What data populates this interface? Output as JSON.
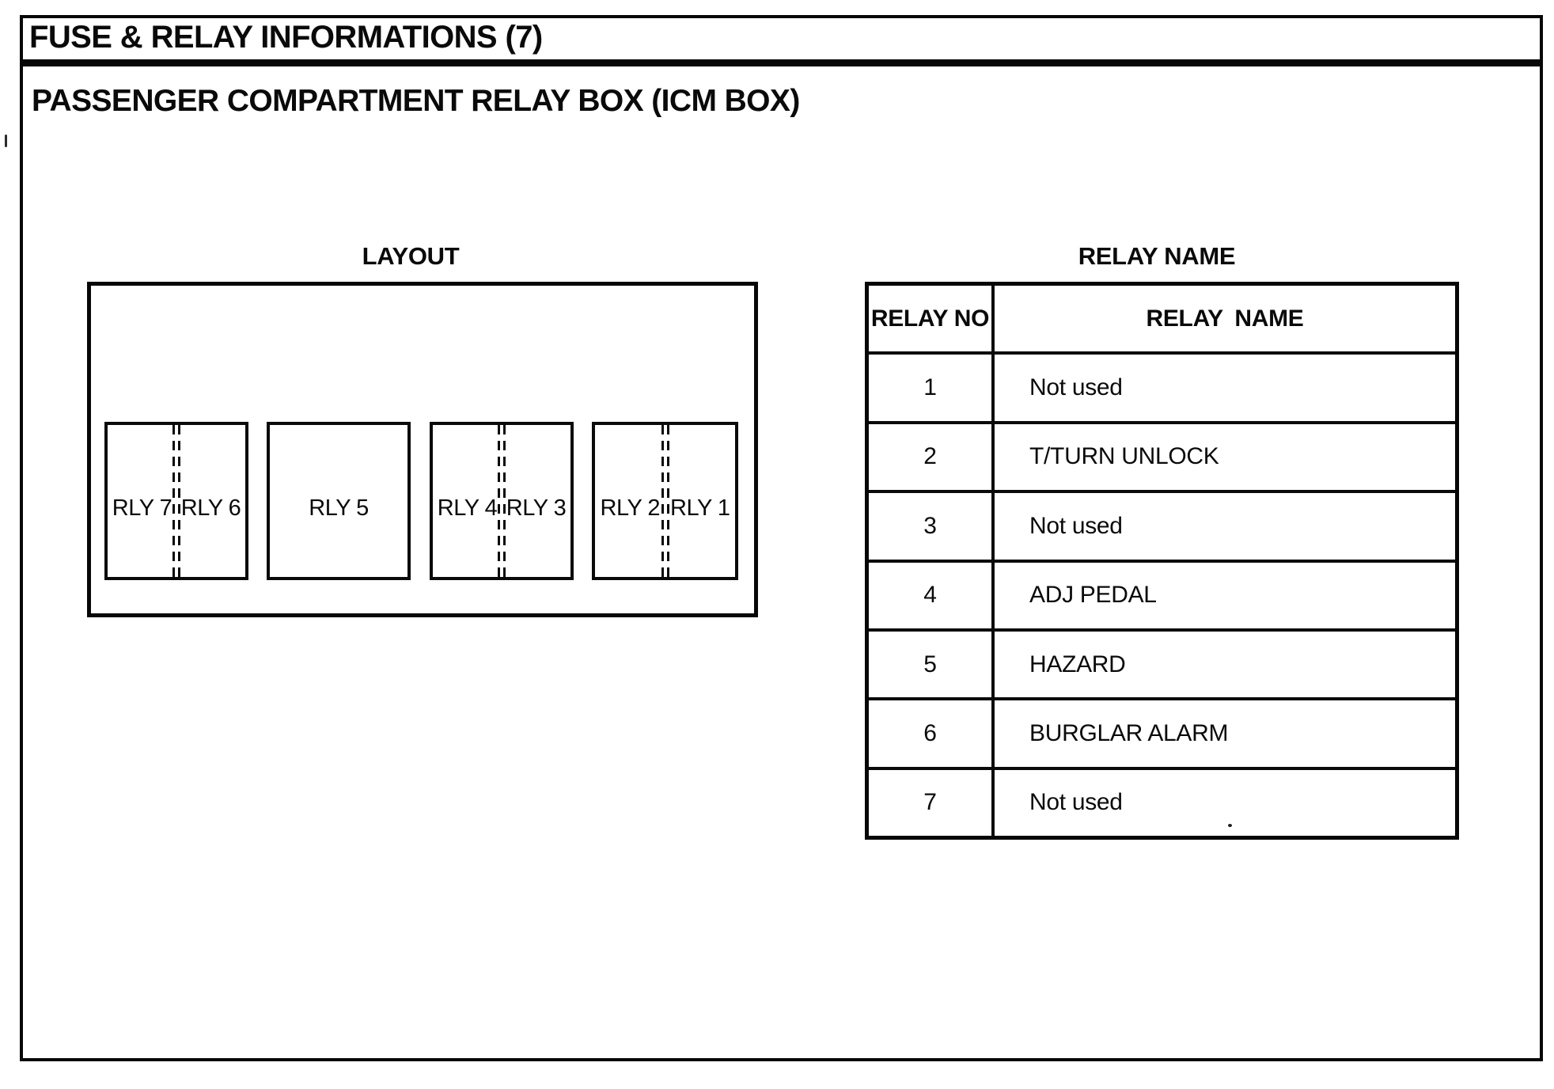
{
  "window": {
    "title": "FUSE & RELAY INFORMATIONS (7)",
    "heading": "PASSENGER COMPARTMENT RELAY BOX (ICM BOX)"
  },
  "layout_diagram": {
    "title": "LAYOUT",
    "relay_groups": [
      {
        "divided": true,
        "cells": [
          "RLY 7",
          "RLY 6"
        ]
      },
      {
        "divided": false,
        "cells": [
          "RLY 5"
        ]
      },
      {
        "divided": true,
        "cells": [
          "RLY 4",
          "RLY 3"
        ]
      },
      {
        "divided": true,
        "cells": [
          "RLY 2",
          "RLY 1"
        ]
      }
    ]
  },
  "relay_table": {
    "title": "RELAY NAME",
    "headers": {
      "no": "RELAY NO",
      "name": "RELAY NAME"
    },
    "rows": [
      {
        "no": "1",
        "name": "Not used"
      },
      {
        "no": "2",
        "name": "T/TURN UNLOCK"
      },
      {
        "no": "3",
        "name": "Not used"
      },
      {
        "no": "4",
        "name": "ADJ PEDAL"
      },
      {
        "no": "5",
        "name": "HAZARD"
      },
      {
        "no": "6",
        "name": "BURGLAR ALARM"
      },
      {
        "no": "7",
        "name": "Not used"
      }
    ]
  },
  "colors": {
    "ink": "#0a0a0a",
    "paper": "#ffffff"
  }
}
